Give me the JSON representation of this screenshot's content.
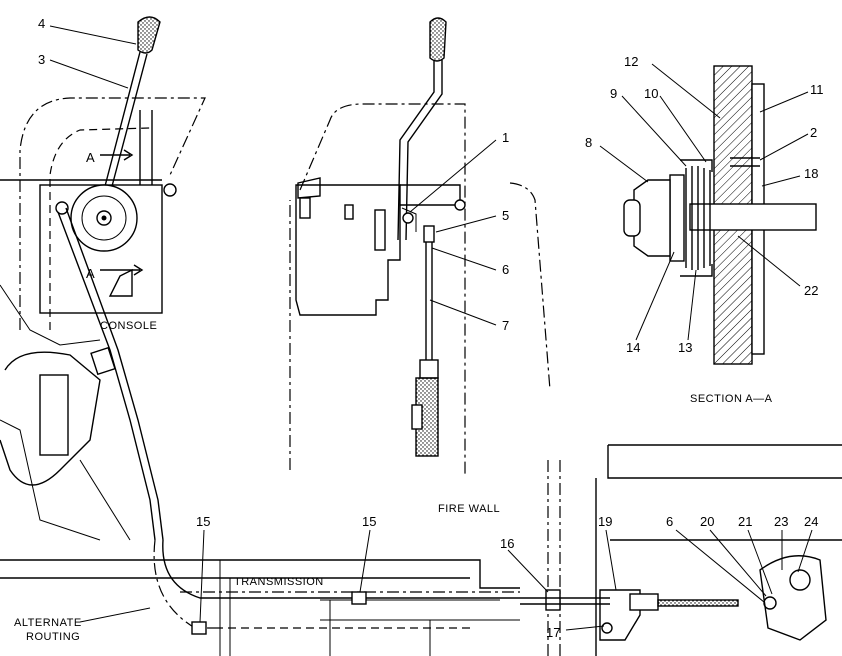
{
  "labels": {
    "console": "CONSOLE",
    "section": "SECTION A—A",
    "transmission": "TRANSMISSION",
    "fire_wall": "FIRE WALL",
    "alternate_routing": [
      "ALTERNATE",
      "ROUTING"
    ],
    "section_mark": "A"
  },
  "callouts": {
    "c1": "1",
    "c2": "2",
    "c3": "3",
    "c4": "4",
    "c5": "5",
    "c6a": "6",
    "c6b": "6",
    "c7": "7",
    "c8": "8",
    "c9": "9",
    "c10": "10",
    "c11": "11",
    "c12": "12",
    "c13": "13",
    "c14": "14",
    "c15a": "15",
    "c15b": "15",
    "c16": "16",
    "c17": "17",
    "c18": "18",
    "c19": "19",
    "c20": "20",
    "c21": "21",
    "c22": "22",
    "c23": "23",
    "c24": "24"
  }
}
